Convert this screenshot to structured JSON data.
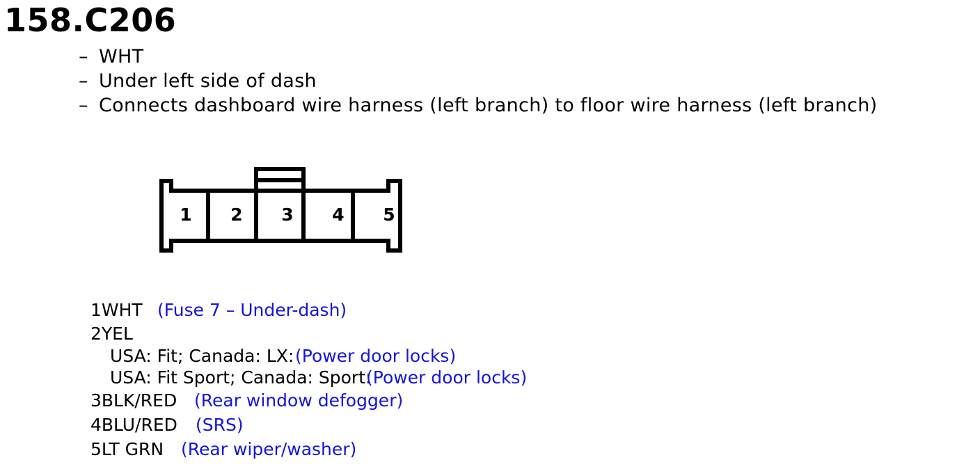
{
  "connector": {
    "title": "158.C206",
    "details": [
      "WHT",
      "Under left side of dash",
      "Connects dashboard wire harness (left branch) to floor wire harness (left branch)"
    ],
    "dash": "–"
  },
  "diagram": {
    "pins": [
      "1",
      "2",
      "3",
      "4",
      "5"
    ]
  },
  "pinout": [
    {
      "pin": "1",
      "wire": "WHT",
      "circuit": "(Fuse 7 – Under-dash)"
    },
    {
      "pin": "2",
      "wire": "YEL",
      "variants": [
        {
          "condition": "USA: Fit; Canada: LX:",
          "circuit": "(Power door locks)"
        },
        {
          "condition": "USA: Fit Sport; Canada: Sport:",
          "circuit": "(Power door locks)"
        }
      ]
    },
    {
      "pin": "3",
      "wire": "BLK/RED",
      "circuit": "(Rear window defogger)"
    },
    {
      "pin": "4",
      "wire": "BLU/RED",
      "circuit": "(SRS)"
    },
    {
      "pin": "5",
      "wire": "LT GRN",
      "circuit": "(Rear wiper/washer)"
    }
  ],
  "colors": {
    "text": "#000000",
    "circuit_link": "#1515d8"
  }
}
